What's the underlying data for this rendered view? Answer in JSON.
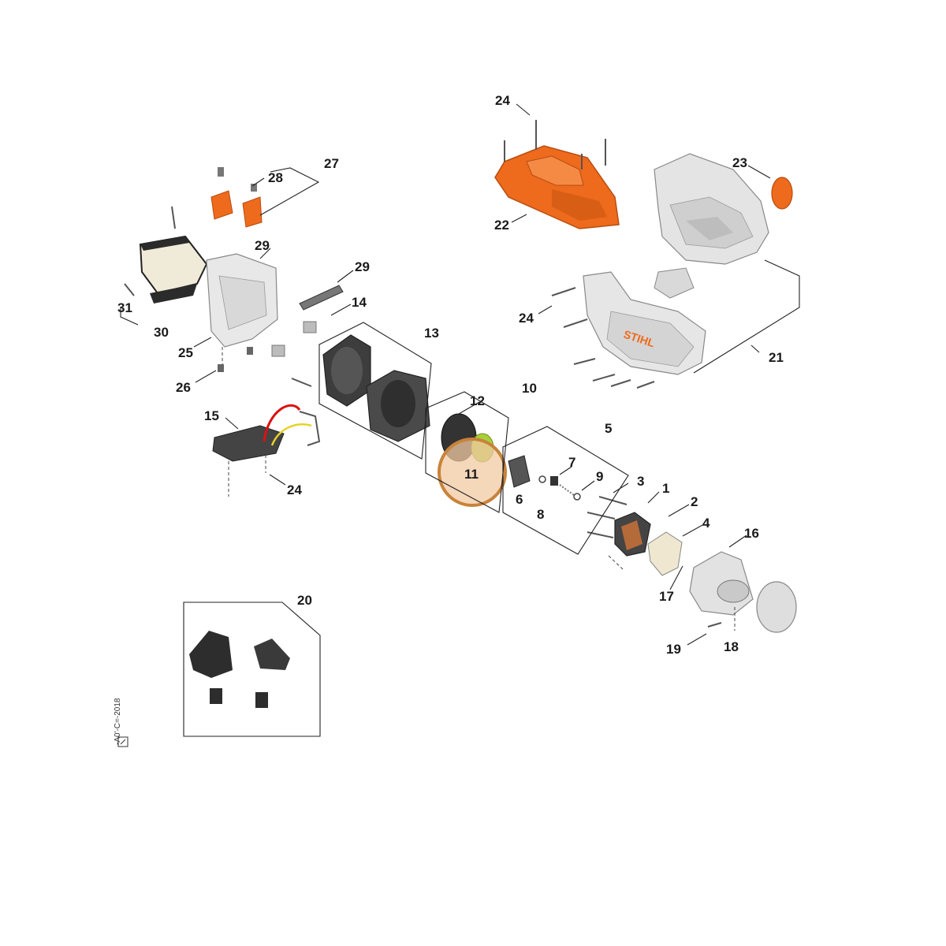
{
  "callouts": {
    "c1": "1",
    "c2": "2",
    "c3": "3",
    "c4": "4",
    "c5": "5",
    "c6": "6",
    "c7": "7",
    "c8": "8",
    "c9": "9",
    "c10": "10",
    "c11": "11",
    "c12": "12",
    "c13": "13",
    "c14": "14",
    "c15": "15",
    "c16": "16",
    "c17": "17",
    "c18": "18",
    "c19": "19",
    "c20": "20",
    "c21": "21",
    "c22": "22",
    "c23": "23",
    "c24a": "24",
    "c24b": "24",
    "c24c": "24",
    "c25": "25",
    "c26": "26",
    "c27": "27",
    "c28": "28",
    "c29a": "29",
    "c29b": "29",
    "c30": "30",
    "c31": "31"
  },
  "brand_text": "STIHL",
  "ref_code": "-A0'-C=-2018",
  "colors": {
    "orange": "#ee6a1c",
    "highlight": "#c9823a",
    "highlight_fill": "#f2c9a2",
    "green": "#a8cf3a",
    "dark_part": "#3a3a3a",
    "light_part": "#dcdcdc"
  }
}
